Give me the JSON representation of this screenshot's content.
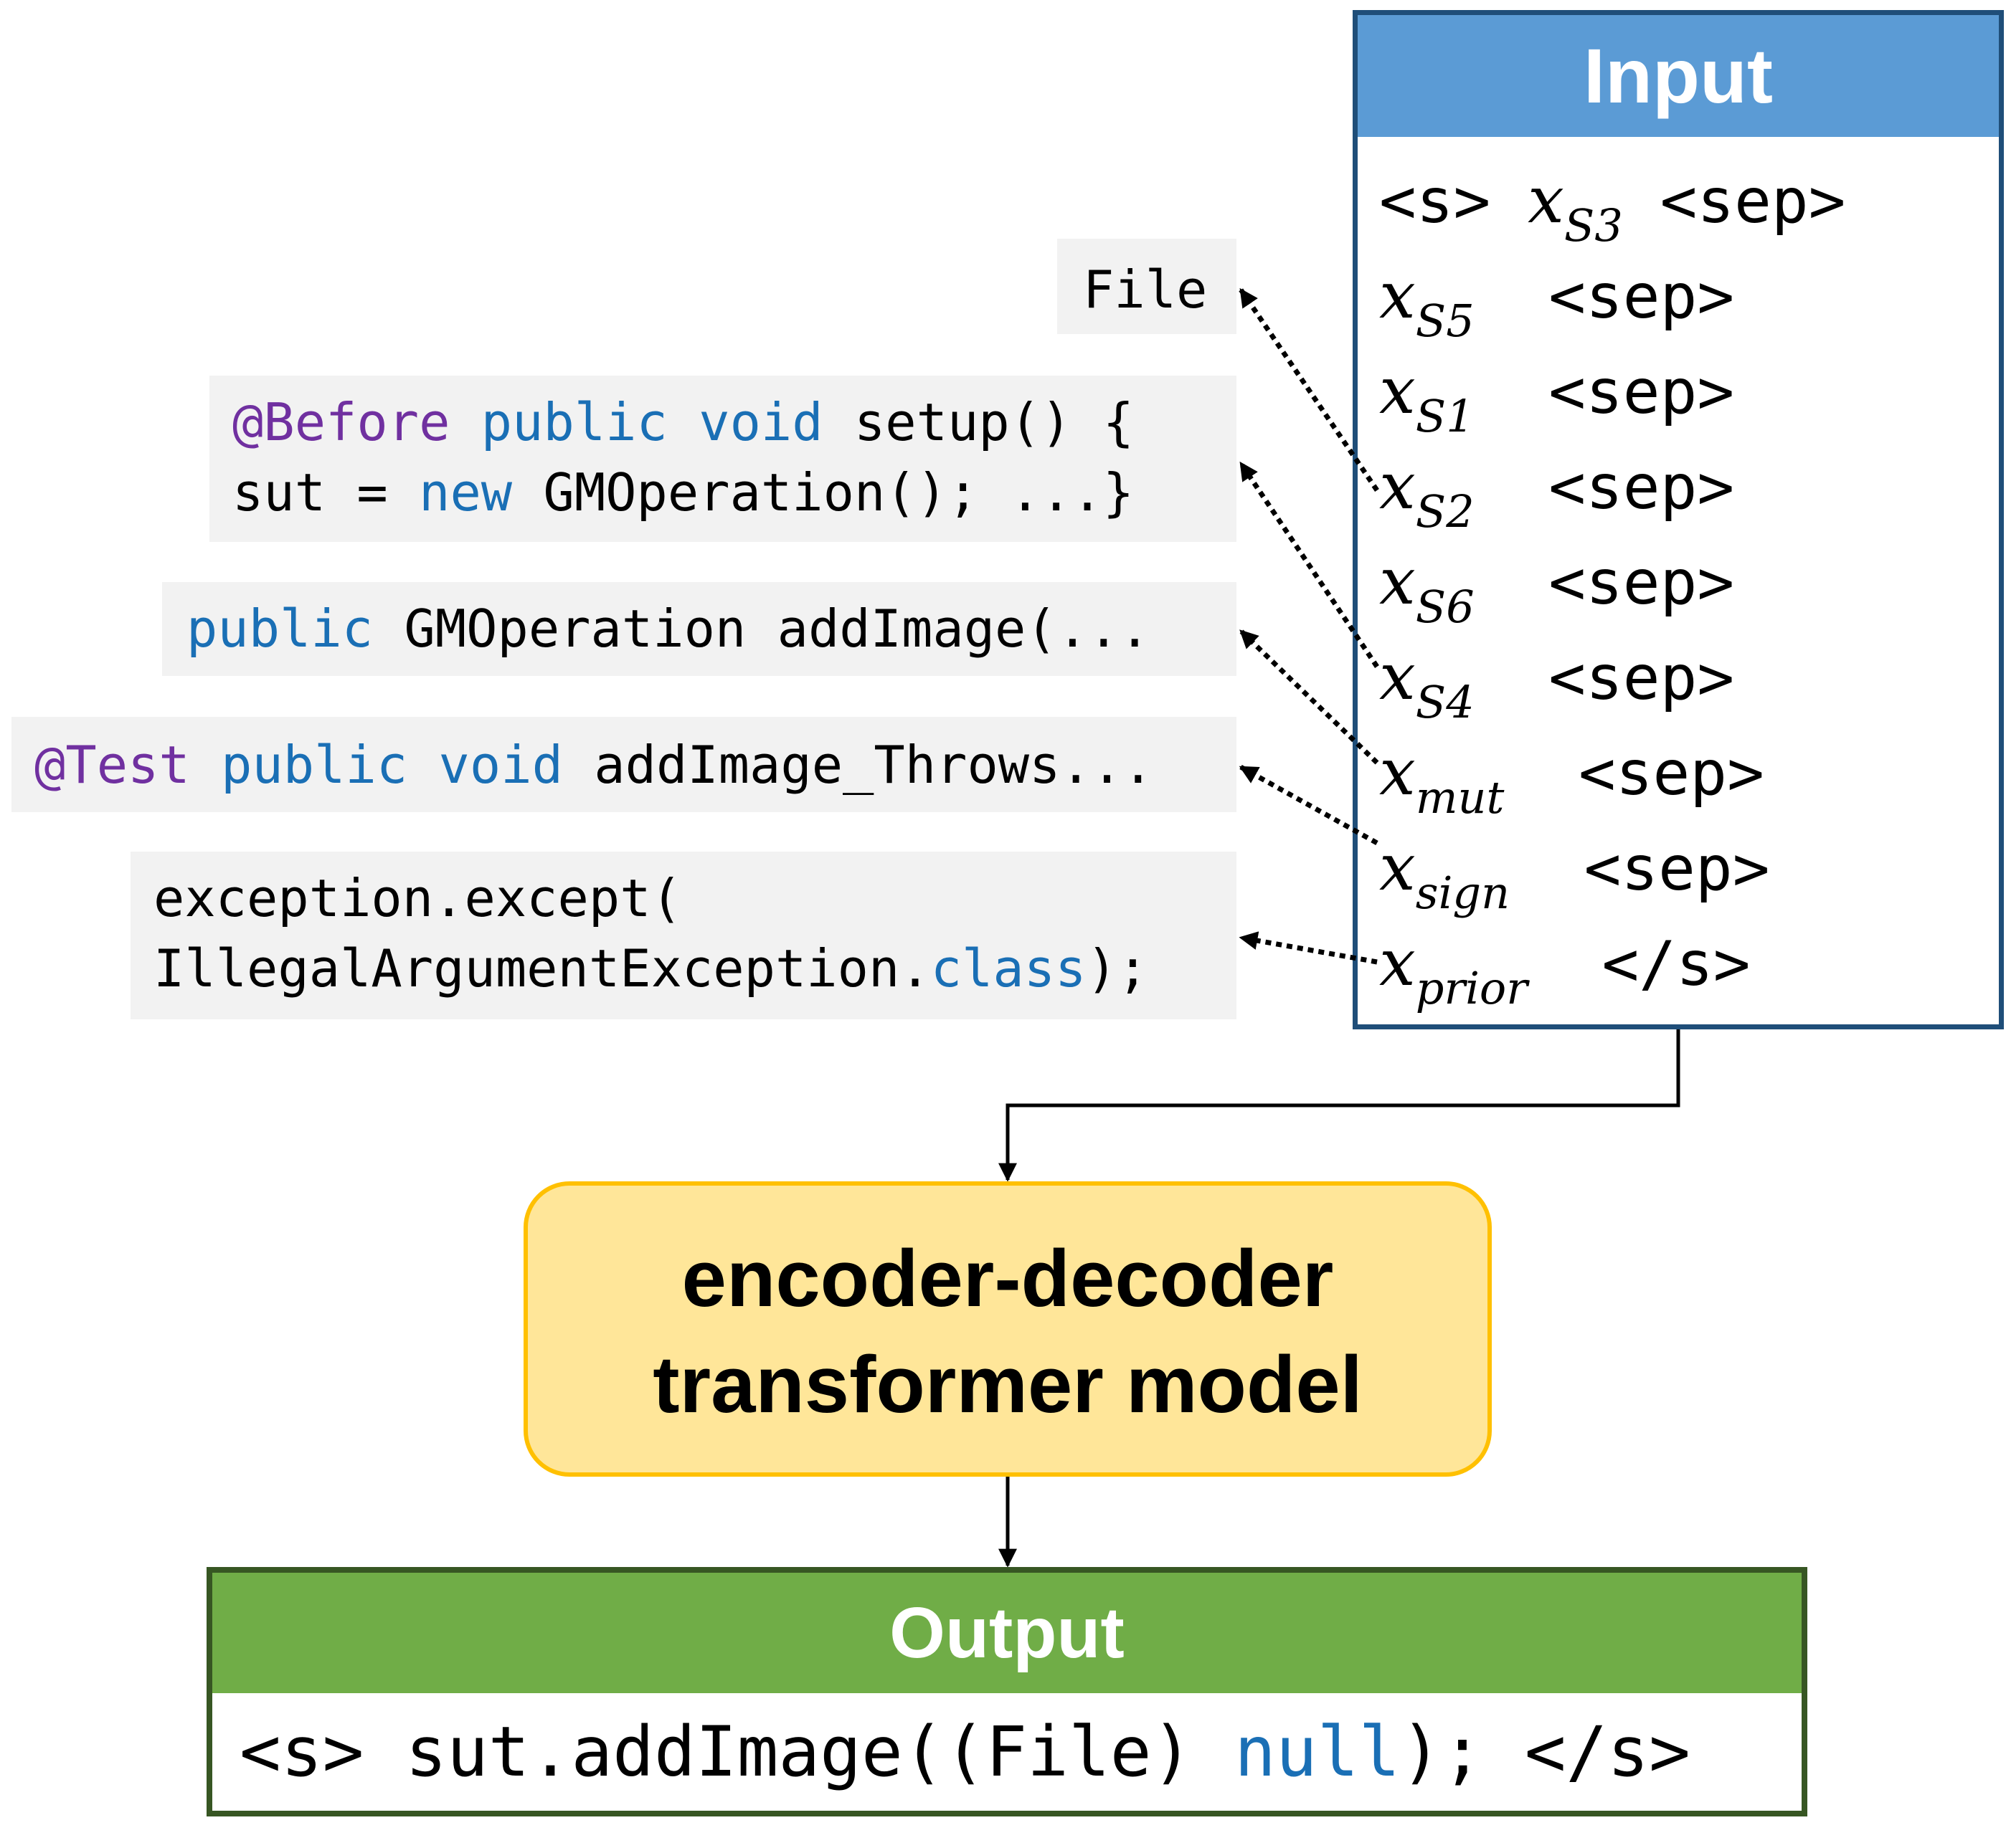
{
  "input": {
    "title": "Input",
    "rows": [
      {
        "pre": "<s> ",
        "var": "x",
        "sub": "S3",
        "post": " <sep>"
      },
      {
        "pre": "",
        "var": "x",
        "sub": "S5",
        "post": "  <sep>"
      },
      {
        "pre": "",
        "var": "x",
        "sub": "S1",
        "post": "  <sep>"
      },
      {
        "pre": "",
        "var": "x",
        "sub": "S2",
        "post": "  <sep>"
      },
      {
        "pre": "",
        "var": "x",
        "sub": "S6",
        "post": "  <sep>"
      },
      {
        "pre": "",
        "var": "x",
        "sub": "S4",
        "post": "  <sep>"
      },
      {
        "pre": "",
        "var": "x",
        "sub": "mut",
        "post": "  <sep>"
      },
      {
        "pre": "",
        "var": "x",
        "sub": "sign",
        "post": "  <sep>"
      },
      {
        "pre": "",
        "var": "x",
        "sub": "prior",
        "post": "  </s>"
      }
    ]
  },
  "snippets": {
    "file": {
      "text": "File"
    },
    "setup": {
      "l1_ann": "@Before",
      "l1_kw": " public void",
      "l1_rest": " setup() {",
      "l2_a": "sut = ",
      "l2_kw": "new",
      "l2_rest": " GMOperation(); ...}"
    },
    "method": {
      "kw": "public",
      "rest": " GMOperation addImage(..."
    },
    "test": {
      "ann": "@Test",
      "kw": " public void",
      "rest": " addImage_Throws..."
    },
    "except": {
      "l1": "exception.except(",
      "l2_a": "IllegalArgumentException.",
      "l2_kw": "class",
      "l2_rest": ");"
    }
  },
  "model": {
    "line1": "encoder-decoder",
    "line2": "transformer model"
  },
  "output": {
    "title": "Output",
    "seq_a": "<s> sut.addImage((File) ",
    "seq_kw": "null",
    "seq_b": "); </s>"
  },
  "colors": {
    "input_header": "#5b9bd5",
    "input_border": "#1f4e79",
    "model_fill": "#ffe699",
    "model_border": "#ffc000",
    "output_header": "#70ad47",
    "output_border": "#375623",
    "keyword": "#1a6fb5",
    "annotation": "#7030a0",
    "code_bg": "#f2f2f2"
  }
}
